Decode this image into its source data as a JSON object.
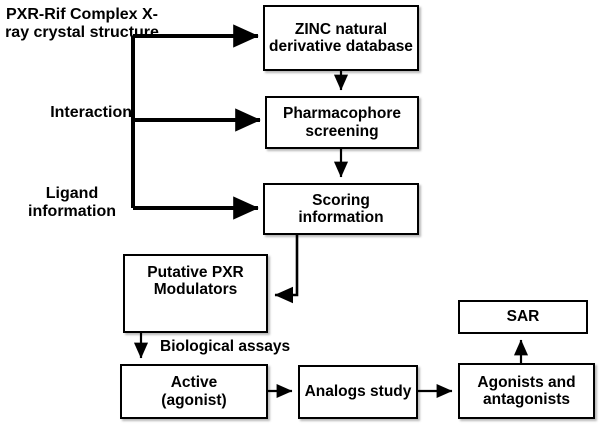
{
  "diagram": {
    "title": "PXR virtual screening and biological evaluation workflow",
    "background": "#ffffff",
    "stroke_color": "#000000",
    "text_color": "#000000",
    "inputs": [
      {
        "id": "pxr-rif",
        "text": "PXR-Rif Complex X-ray crystal structure"
      },
      {
        "id": "interaction",
        "text": "Interaction"
      },
      {
        "id": "ligand-information",
        "text": "Ligand information"
      }
    ],
    "nodes": [
      {
        "id": "zinc",
        "line1": "ZINC natural",
        "line2": "derivative database"
      },
      {
        "id": "pharm",
        "line1": "Pharmacophore",
        "line2": "screening"
      },
      {
        "id": "scoring",
        "line1": "Scoring",
        "line2": "information"
      },
      {
        "id": "putative",
        "line1": "Putative PXR",
        "line2": "Modulators"
      },
      {
        "id": "active",
        "line1": "Active",
        "line2": "(agonist)"
      },
      {
        "id": "analogs",
        "line1": "Analogs study",
        "line2": ""
      },
      {
        "id": "agoanta",
        "line1": "Agonists and",
        "line2": "antagonists"
      },
      {
        "id": "sar",
        "line1": "SAR",
        "line2": ""
      }
    ],
    "edge_labels": [
      {
        "id": "biological-assays",
        "text": "Biological assays"
      }
    ]
  }
}
